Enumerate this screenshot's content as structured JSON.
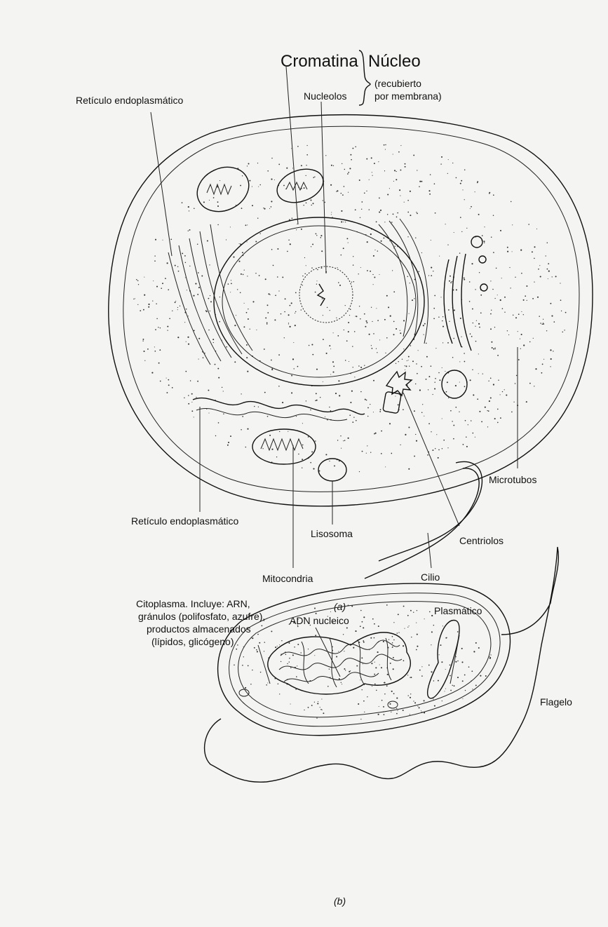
{
  "panel_a": {
    "caption": "(a)",
    "labels": {
      "cromatina": "Cromatina",
      "nucleo": "Núcleo",
      "nucleo_note_1": "(recubierto",
      "nucleo_note_2": "por membrana)",
      "nucleolos": "Nucleolos",
      "reticulo_top": "Retículo endoplasmático",
      "reticulo_bottom": "Retículo endoplasmático",
      "microtubos": "Microtubos",
      "lisosoma": "Lisosoma",
      "centriolos": "Centriolos",
      "mitocondria": "Mitocondria",
      "cilio": "Cilio"
    }
  },
  "panel_b": {
    "caption": "(b)",
    "labels": {
      "citoplasma_1": "Citoplasma. Incluye: ARN,",
      "citoplasma_2": "gránulos (polifosfato, azufre),",
      "citoplasma_3": "productos almacenados",
      "citoplasma_4": "(lípidos, glicógeno)",
      "adn": "ADN nucleico",
      "plasmatico": "Plasmático",
      "flagelo": "Flagelo"
    }
  },
  "colors": {
    "ink": "#111111",
    "paper": "#f4f4f2",
    "bleed_text": "#b9b9b6"
  }
}
